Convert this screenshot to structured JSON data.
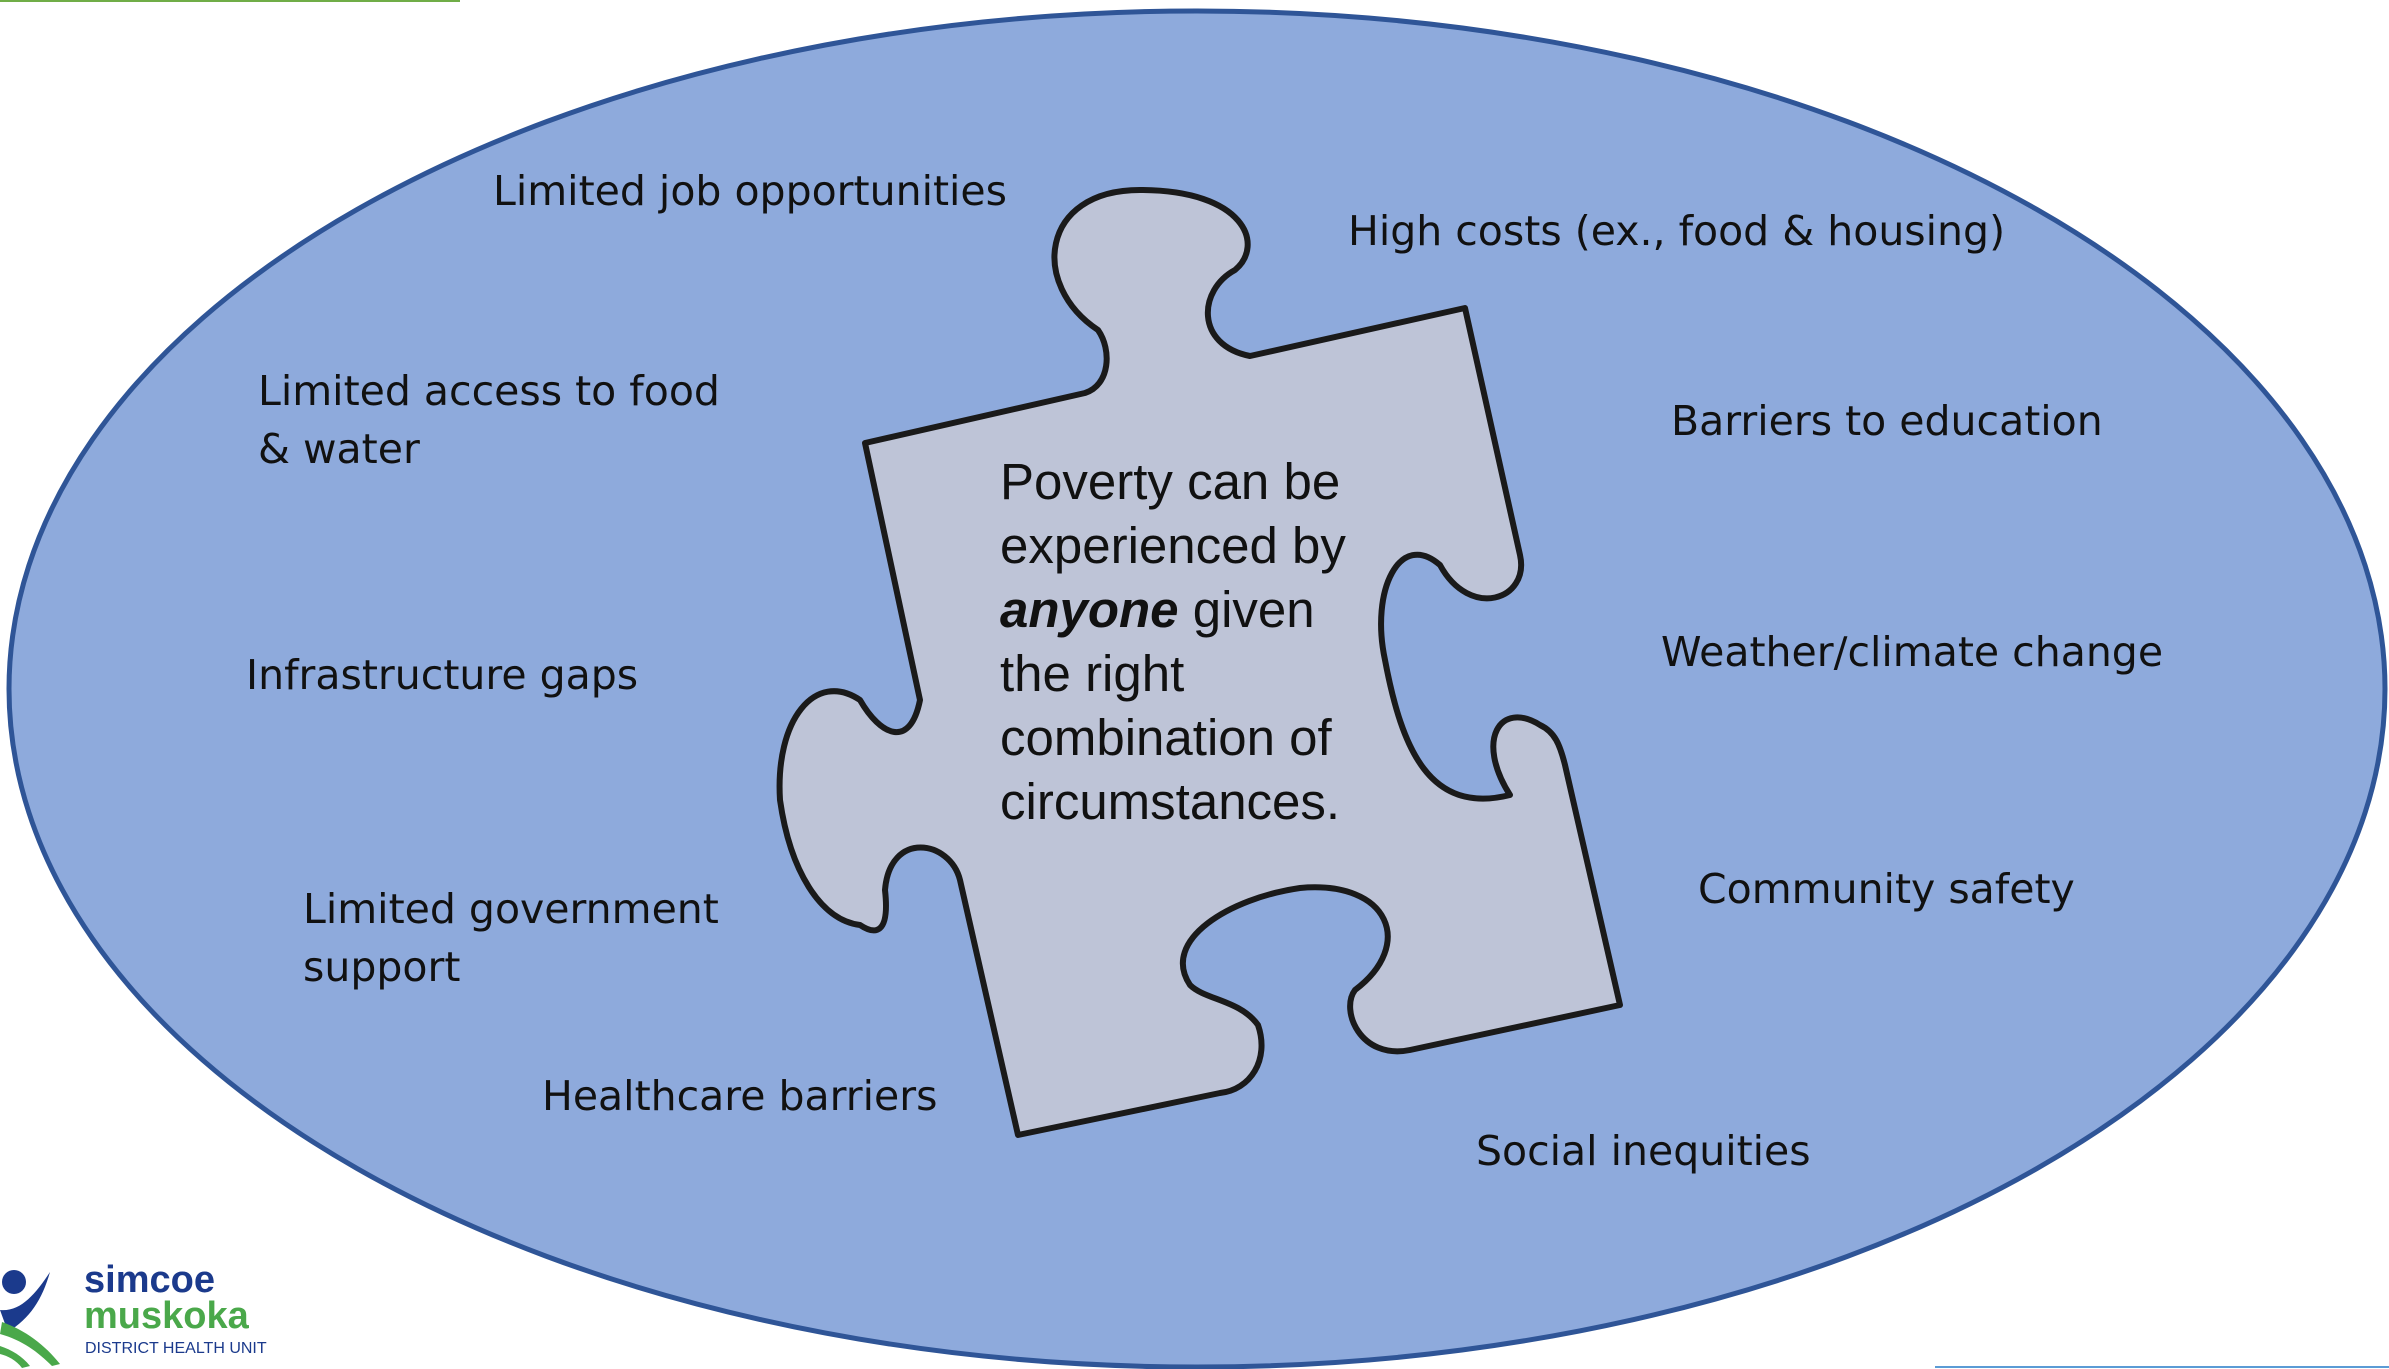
{
  "colors": {
    "ellipse_fill": "#8eaadc",
    "ellipse_stroke": "#2f5597",
    "puzzle_fill": "#bec4d7",
    "puzzle_stroke": "#1a1a1a",
    "logo_blue": "#1b3a8c",
    "logo_green": "#4aa84a"
  },
  "diagram": {
    "center": {
      "line1": "Poverty can be",
      "line2": "experienced by",
      "line3_em": "anyone",
      "line3_rest": " given",
      "line4": "the right",
      "line5": "combination of",
      "line6": "circumstances."
    },
    "factors": {
      "job": "Limited job opportunities",
      "costs": "High costs (ex., food & housing)",
      "food_line1": "Limited access to food",
      "food_line2": "& water",
      "education": "Barriers to education",
      "weather": "Weather/climate change",
      "infrastructure": "Infrastructure gaps",
      "gov_line1": "Limited government",
      "gov_line2": "support",
      "safety": "Community safety",
      "healthcare": "Healthcare barriers",
      "social": "Social inequities"
    }
  },
  "logo": {
    "icon": "simcoe-muskoka-logo-icon",
    "word1": "simcoe",
    "word2": "muskoka",
    "subtitle": "DISTRICT HEALTH UNIT"
  }
}
